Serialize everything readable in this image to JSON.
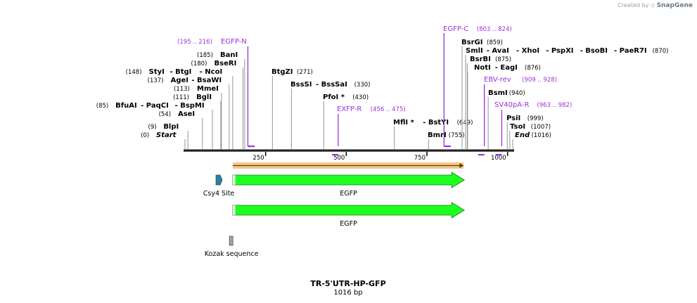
{
  "credit": {
    "prefix": "Created by",
    "brand": "SnapGene"
  },
  "map": {
    "title": "TR-5'UTR-HP-GFP",
    "length_label": "1016 bp",
    "total_bp": 1016,
    "ticks": [
      {
        "pos": 250,
        "label": "250"
      },
      {
        "pos": 500,
        "label": "500"
      },
      {
        "pos": 750,
        "label": "750"
      },
      {
        "pos": 1000,
        "label": "1000"
      }
    ],
    "sites": [
      {
        "pos": 0,
        "label": [
          {
            "t": "(0)",
            "k": "n"
          },
          {
            "t": "Start",
            "k": "i"
          }
        ]
      },
      {
        "pos": 9,
        "label": [
          {
            "t": "(9)",
            "k": "n"
          },
          {
            "t": "BlpI",
            "k": "b"
          }
        ]
      },
      {
        "pos": 54,
        "label": [
          {
            "t": "(54)",
            "k": "n"
          },
          {
            "t": "AseI",
            "k": "b"
          }
        ]
      },
      {
        "pos": 85,
        "label": [
          {
            "t": "(85)",
            "k": "n"
          },
          {
            "t": "BfuAI",
            "k": "b"
          },
          {
            "t": "- PaqCI",
            "k": "b"
          },
          {
            "t": "- BspMI",
            "k": "b"
          }
        ]
      },
      {
        "pos": 111,
        "label": [
          {
            "t": "(111)",
            "k": "n"
          },
          {
            "t": "BglI",
            "k": "b"
          }
        ]
      },
      {
        "pos": 113,
        "label": [
          {
            "t": "(113)",
            "k": "n"
          },
          {
            "t": "MmeI",
            "k": "b"
          }
        ]
      },
      {
        "pos": 137,
        "label": [
          {
            "t": "(137)",
            "k": "n"
          },
          {
            "t": "AgeI",
            "k": "b"
          },
          {
            "t": "- BsaWI",
            "k": "b"
          }
        ]
      },
      {
        "pos": 148,
        "label": [
          {
            "t": "(148)",
            "k": "n"
          },
          {
            "t": "StyI",
            "k": "b"
          },
          {
            "t": "- BtgI",
            "k": "b"
          },
          {
            "t": "- NcoI",
            "k": "b"
          }
        ]
      },
      {
        "pos": 180,
        "label": [
          {
            "t": "(180)",
            "k": "n"
          },
          {
            "t": "BseRI",
            "k": "b"
          }
        ]
      },
      {
        "pos": 185,
        "label": [
          {
            "t": "(185)",
            "k": "n"
          },
          {
            "t": "BanI",
            "k": "b"
          }
        ]
      },
      {
        "pos": 271,
        "label": [
          {
            "t": "BtgZI",
            "k": "b"
          },
          {
            "t": "(271)",
            "k": "n"
          }
        ]
      },
      {
        "pos": 330,
        "label": [
          {
            "t": "BssSI",
            "k": "b"
          },
          {
            "t": "- BssSaI",
            "k": "b"
          },
          {
            "t": "(330)",
            "k": "n"
          }
        ]
      },
      {
        "pos": 430,
        "label": [
          {
            "t": "PfoI *",
            "k": "b"
          },
          {
            "t": "(430)",
            "k": "n"
          }
        ]
      },
      {
        "pos": 649,
        "label": [
          {
            "t": "MflI *",
            "k": "b"
          },
          {
            "t": "- BstYI",
            "k": "b"
          },
          {
            "t": "(649)",
            "k": "n"
          }
        ]
      },
      {
        "pos": 755,
        "label": [
          {
            "t": "BmrI",
            "k": "b"
          },
          {
            "t": "(755)",
            "k": "n"
          }
        ]
      },
      {
        "pos": 859,
        "label": [
          {
            "t": "BsrGI",
            "k": "b"
          },
          {
            "t": "(859)",
            "k": "n"
          }
        ]
      },
      {
        "pos": 870,
        "label": [
          {
            "t": "SmlI",
            "k": "b"
          },
          {
            "t": "- AvaI",
            "k": "b"
          },
          {
            "t": "- XhoI",
            "k": "b"
          },
          {
            "t": "- PspXI",
            "k": "b"
          },
          {
            "t": "- BsoBI",
            "k": "b"
          },
          {
            "t": "- PaeR7I",
            "k": "b"
          },
          {
            "t": "(870)",
            "k": "n"
          }
        ]
      },
      {
        "pos": 875,
        "label": [
          {
            "t": "BsrBI",
            "k": "b"
          },
          {
            "t": "(875)",
            "k": "n"
          }
        ]
      },
      {
        "pos": 876,
        "label": [
          {
            "t": "NotI",
            "k": "b"
          },
          {
            "t": "- EagI",
            "k": "b"
          },
          {
            "t": "(876)",
            "k": "n"
          }
        ]
      },
      {
        "pos": 940,
        "label": [
          {
            "t": "BsmI",
            "k": "b"
          },
          {
            "t": "(940)",
            "k": "n"
          }
        ]
      },
      {
        "pos": 999,
        "label": [
          {
            "t": "PsiI",
            "k": "b"
          },
          {
            "t": "(999)",
            "k": "n"
          }
        ]
      },
      {
        "pos": 1007,
        "label": [
          {
            "t": "TsoI",
            "k": "b"
          },
          {
            "t": "(1007)",
            "k": "n"
          }
        ]
      },
      {
        "pos": 1016,
        "label": [
          {
            "t": "End",
            "k": "i"
          },
          {
            "t": "(1016)",
            "k": "n"
          }
        ]
      }
    ],
    "primers": [
      {
        "name": "EGFP-N",
        "range": "(195 .. 216)",
        "start": 195,
        "end": 216,
        "dir": "fwd"
      },
      {
        "name": "EXFP-R",
        "range": "(456 .. 475)",
        "start": 456,
        "end": 475,
        "dir": "rev"
      },
      {
        "name": "EGFP-C",
        "range": "(803 .. 824)",
        "start": 803,
        "end": 824,
        "dir": "fwd"
      },
      {
        "name": "EBV-rev",
        "range": "(909 .. 928)",
        "start": 909,
        "end": 928,
        "dir": "rev"
      },
      {
        "name": "SV40pA-R",
        "range": "(963 .. 982)",
        "start": 963,
        "end": 982,
        "dir": "rev"
      }
    ],
    "orf": {
      "start": 148,
      "end": 864
    },
    "features": [
      {
        "name": "Csy4 Site",
        "type": "site",
        "start": 96,
        "end": 112,
        "color": "#2e7fa0"
      },
      {
        "name": "EGFP",
        "type": "arrow",
        "start": 148,
        "end": 866,
        "color": "#1fff1f"
      },
      {
        "name": "EGFP",
        "type": "arrow",
        "start": 148,
        "end": 866,
        "color": "#1fff1f"
      },
      {
        "name": "Kozak sequence",
        "type": "box",
        "start": 142,
        "end": 151,
        "color": "#9aa4ae"
      }
    ],
    "colors": {
      "primer": "#9b30d9",
      "backbone": "#222222",
      "orf_fill": "#f4c98a",
      "orf_line": "#c6843a"
    }
  }
}
